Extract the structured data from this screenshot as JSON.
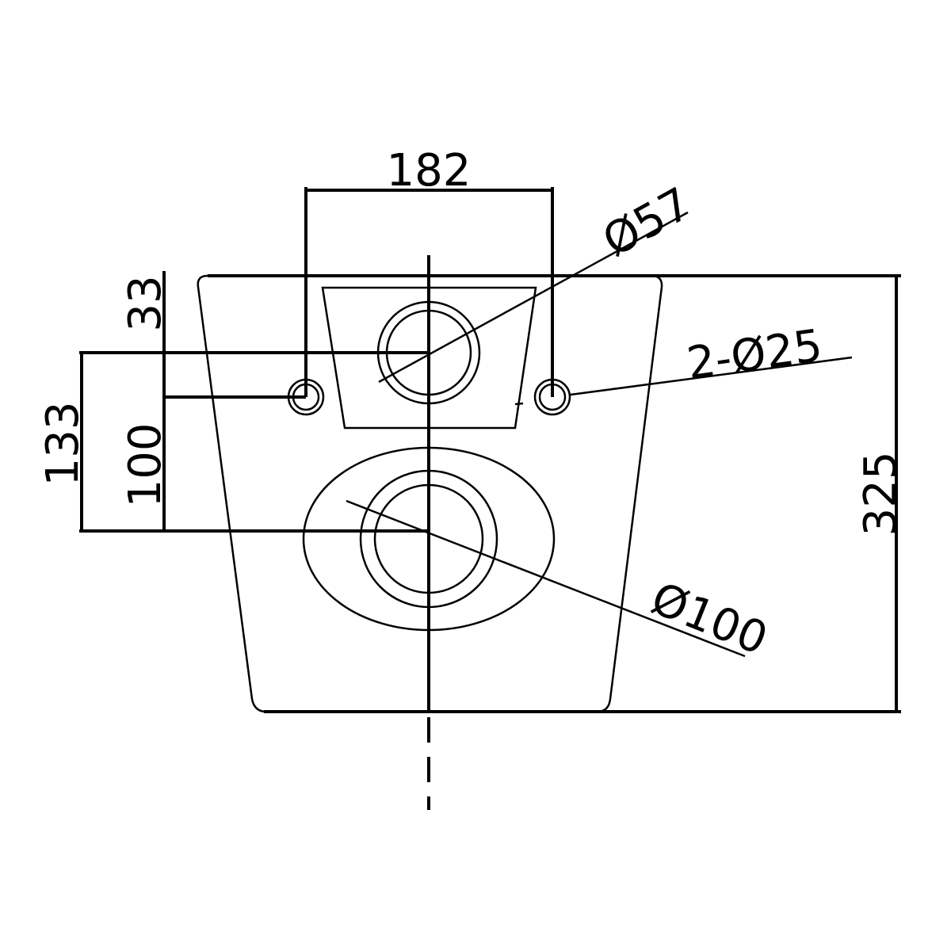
{
  "drawing": {
    "dimensions": {
      "width_between_holes": "182",
      "flush_pipe_diameter": "Ø57",
      "bolt_holes": "2-Ø25",
      "total_height": "325",
      "top_to_holes": "33",
      "holes_to_outlet": "100",
      "flush_to_outlet": "133",
      "outlet_diameter": "Ø100"
    },
    "line_color": "#000000"
  }
}
